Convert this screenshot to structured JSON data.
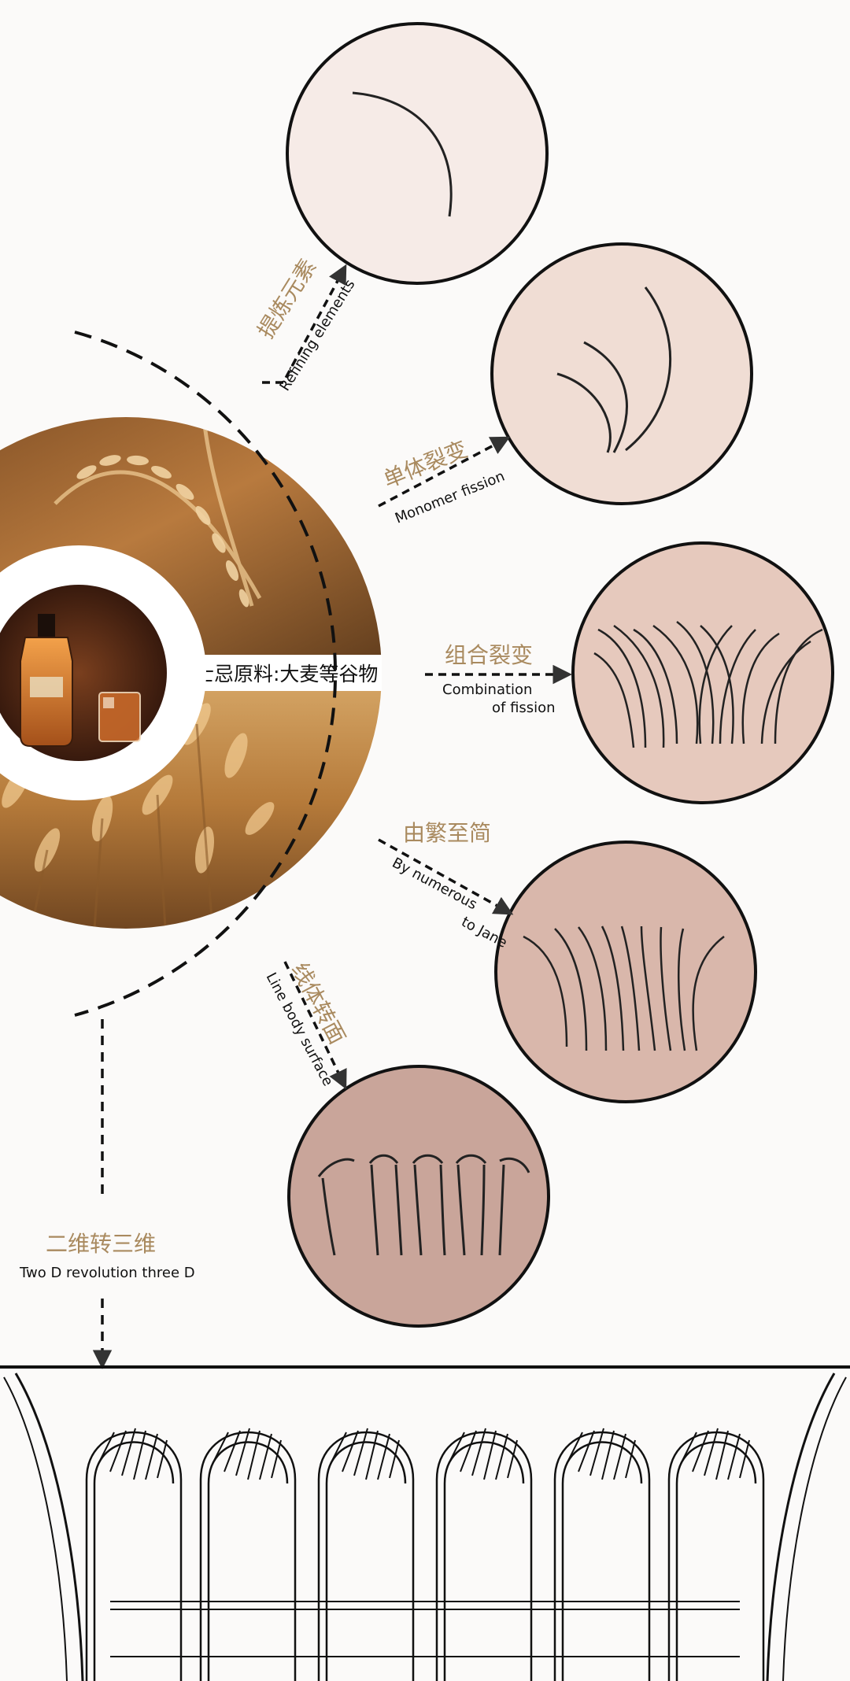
{
  "source": {
    "label": "威士忌原料:大麦等谷物",
    "image_desc": "wheat field",
    "inset_desc": "whisky bottle and glass"
  },
  "steps": [
    {
      "cn": "提炼元素",
      "en": [
        "Refining elements"
      ]
    },
    {
      "cn": "单体裂变",
      "en": [
        "Monomer fission"
      ]
    },
    {
      "cn": "组合裂变",
      "en": [
        "Combination",
        "of fission"
      ]
    },
    {
      "cn": "由繁至简",
      "en": [
        "By numerous",
        "to Jane"
      ]
    },
    {
      "cn": "线体转面",
      "en": [
        "Line body surface"
      ]
    }
  ],
  "final": {
    "cn": "二维转三维",
    "en": "Two D revolution three D"
  },
  "colors": {
    "accent_text": "#a98a5f",
    "circle_1": "#f6ebe7",
    "circle_2": "#f0ddd4",
    "circle_3": "#e6c9bd",
    "circle_4": "#d9b7ab",
    "circle_5": "#c9a59a",
    "stroke": "#111111"
  }
}
